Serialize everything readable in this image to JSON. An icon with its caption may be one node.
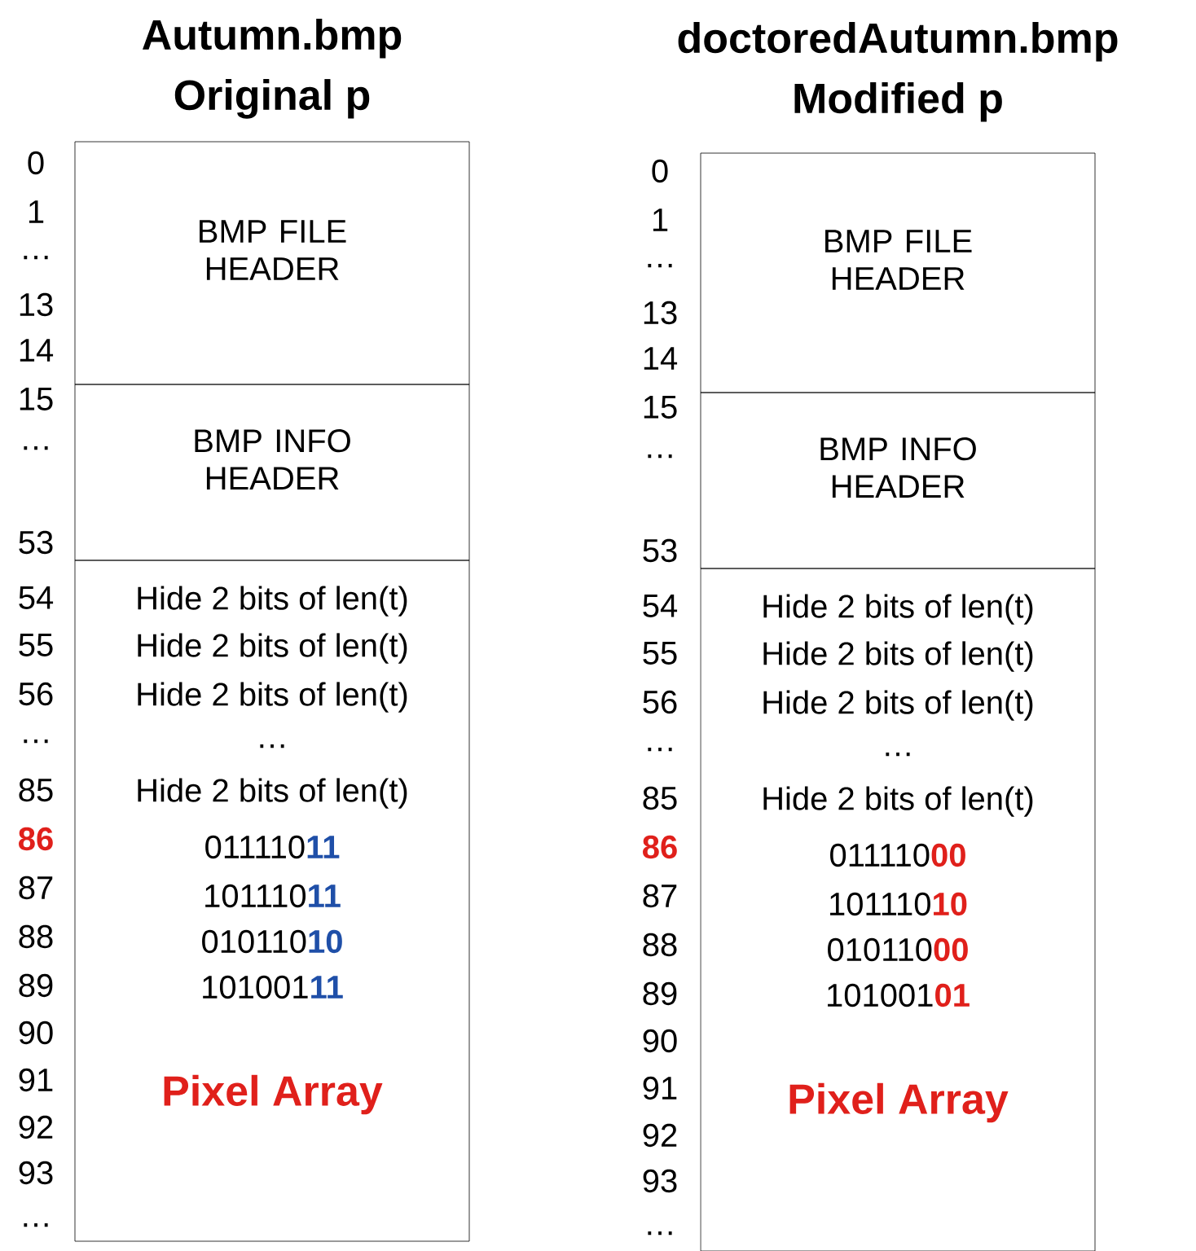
{
  "diagram": {
    "nodes": [
      {
        "text": [
          "BMP FILE HEADER"
        ]
      },
      {
        "text": [
          "BMP INFO HEADER"
        ]
      },
      {
        "text": [
          "Hide 2 bits of len(t)",
          "Hide 2 bits of len(t)",
          "Hide 2 bits of len(t)",
          "…",
          "Hide 2 bits of len(t)",
          "011110**11**",
          "101110**11**",
          "010110**10**",
          "101001**11**",
          "Pixel Array"
        ]
      },
      {
        "text": [
          "BMP FILE HEADER"
        ]
      },
      {
        "text": [
          "BMP INFO HEADER"
        ]
      },
      {
        "text": [
          "Hide 2 bits of len(t)",
          "Hide 2 bits of len(t)",
          "Hide 2 bits of len(t)",
          "…",
          "Hide 2 bits of len(t)",
          "011110**00**",
          "101110**10**",
          "010110**00**",
          "101001**01**",
          "Pixel Array"
        ]
      }
    ],
    "labels": [
      "Autumn.bmp",
      "Original p",
      "doctoredAutumn.bmp",
      "Modified p",
      "0",
      "1",
      "…",
      "13",
      "14",
      "15",
      "…",
      "53",
      "54",
      "55",
      "56",
      "…",
      "85",
      "86",
      "87",
      "88",
      "89",
      "90",
      "91",
      "92",
      "93",
      "…",
      "0",
      "1",
      "…",
      "13",
      "14",
      "15",
      "…",
      "53",
      "54",
      "55",
      "56",
      "…",
      "85",
      "86",
      "87",
      "88",
      "89",
      "90",
      "91",
      "92",
      "93",
      "…"
    ]
  }
}
